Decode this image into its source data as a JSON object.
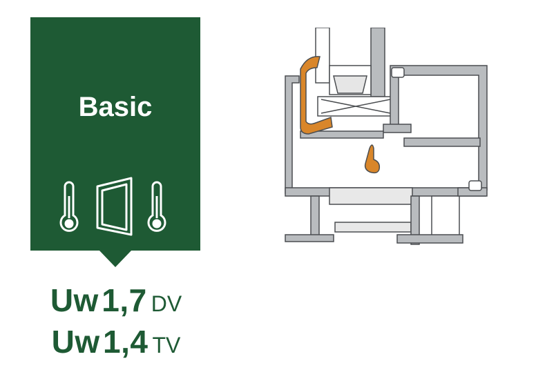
{
  "badge": {
    "title": "Basic",
    "color": "#1e5a34",
    "icons": [
      "thermometer-icon",
      "window-pane-icon",
      "thermometer-icon"
    ]
  },
  "values": [
    {
      "label": "Uw",
      "value": "1,7",
      "unit": "DV"
    },
    {
      "label": "Uw",
      "value": "1,4",
      "unit": "TV"
    }
  ],
  "profile": {
    "metal_color": "#b9bcbf",
    "gasket_color": "#d9862a"
  }
}
